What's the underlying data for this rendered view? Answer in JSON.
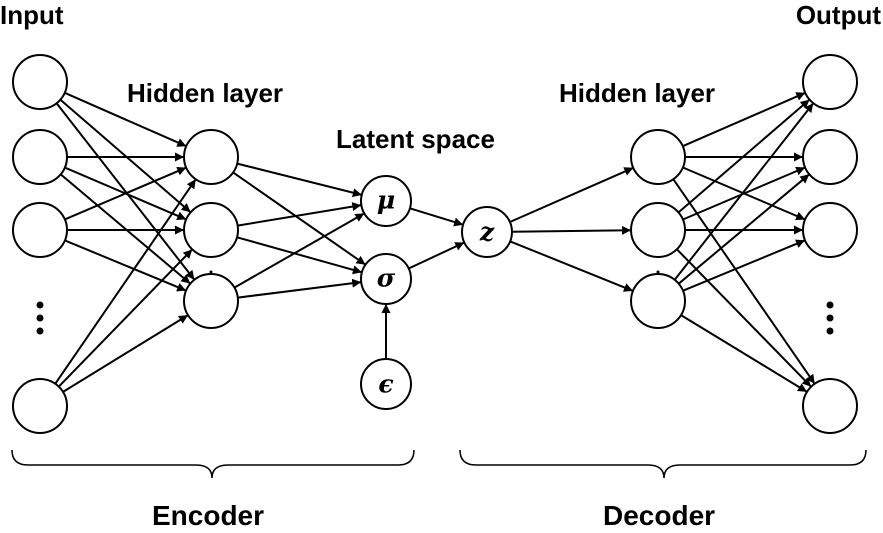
{
  "labels": {
    "input": "Input",
    "output": "Output",
    "hidden_left": "Hidden layer",
    "hidden_right": "Hidden layer",
    "latent": "Latent space",
    "encoder": "Encoder",
    "decoder": "Decoder"
  },
  "symbols": {
    "mu": "μ",
    "sigma": "σ",
    "epsilon": "ϵ",
    "z": "z"
  },
  "ellipsis": "⋮"
}
